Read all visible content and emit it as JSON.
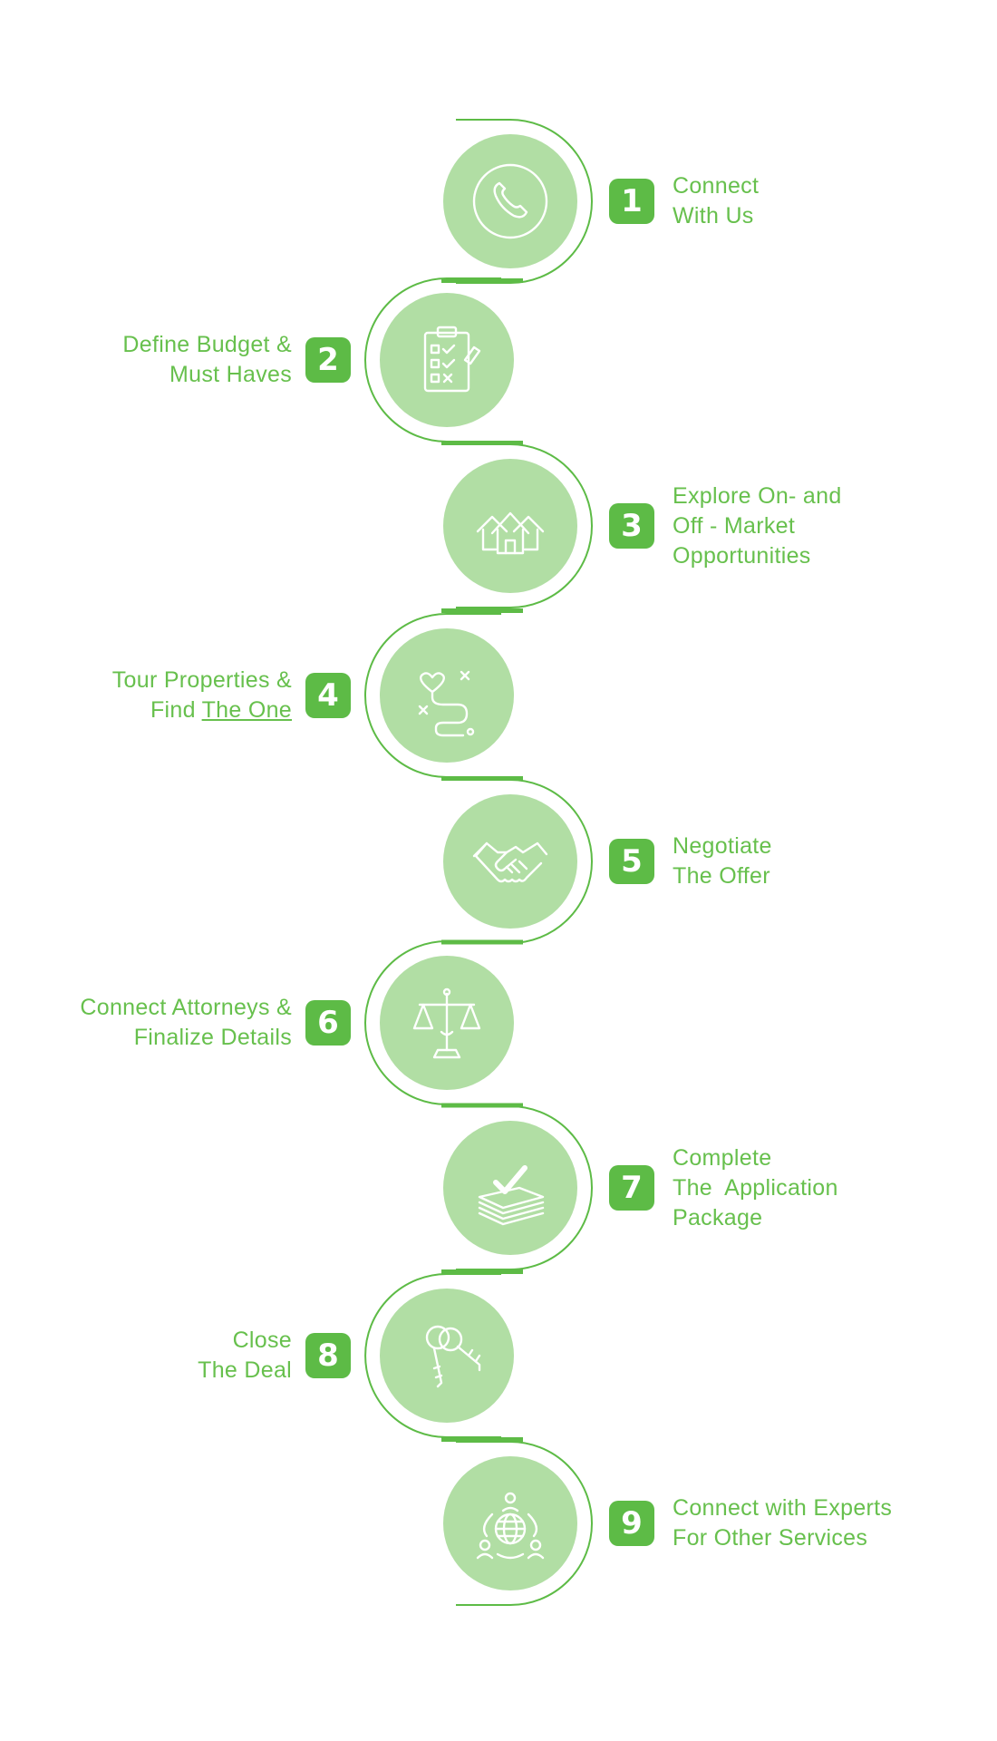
{
  "colors": {
    "accent": "#5dbb46",
    "circle_fill": "#b1dea4",
    "label_text": "#67c04d",
    "icon_stroke": "#ffffff"
  },
  "steps": [
    {
      "number": "1",
      "side": "right",
      "icon": "phone-icon",
      "lines": [
        "Connect",
        "With Us"
      ]
    },
    {
      "number": "2",
      "side": "left",
      "icon": "clipboard-checklist-icon",
      "lines": [
        "Define Budget &",
        "Must Haves"
      ]
    },
    {
      "number": "3",
      "side": "right",
      "icon": "houses-icon",
      "lines": [
        "Explore On- and",
        "Off - Market",
        "Opportunities"
      ]
    },
    {
      "number": "4",
      "side": "left",
      "icon": "heart-route-icon",
      "lines": [
        "Tour Properties &",
        "Find The One"
      ]
    },
    {
      "number": "5",
      "side": "right",
      "icon": "handshake-icon",
      "lines": [
        "Negotiate",
        "The Offer"
      ]
    },
    {
      "number": "6",
      "side": "left",
      "icon": "scales-icon",
      "lines": [
        "Connect Attorneys &",
        "Finalize Details"
      ]
    },
    {
      "number": "7",
      "side": "right",
      "icon": "stack-check-icon",
      "lines": [
        "Complete",
        "The  Application",
        "Package"
      ]
    },
    {
      "number": "8",
      "side": "left",
      "icon": "keys-icon",
      "lines": [
        "Close",
        "The Deal"
      ]
    },
    {
      "number": "9",
      "side": "right",
      "icon": "globe-network-icon",
      "lines": [
        "Connect with Experts",
        "For Other Services"
      ]
    }
  ]
}
